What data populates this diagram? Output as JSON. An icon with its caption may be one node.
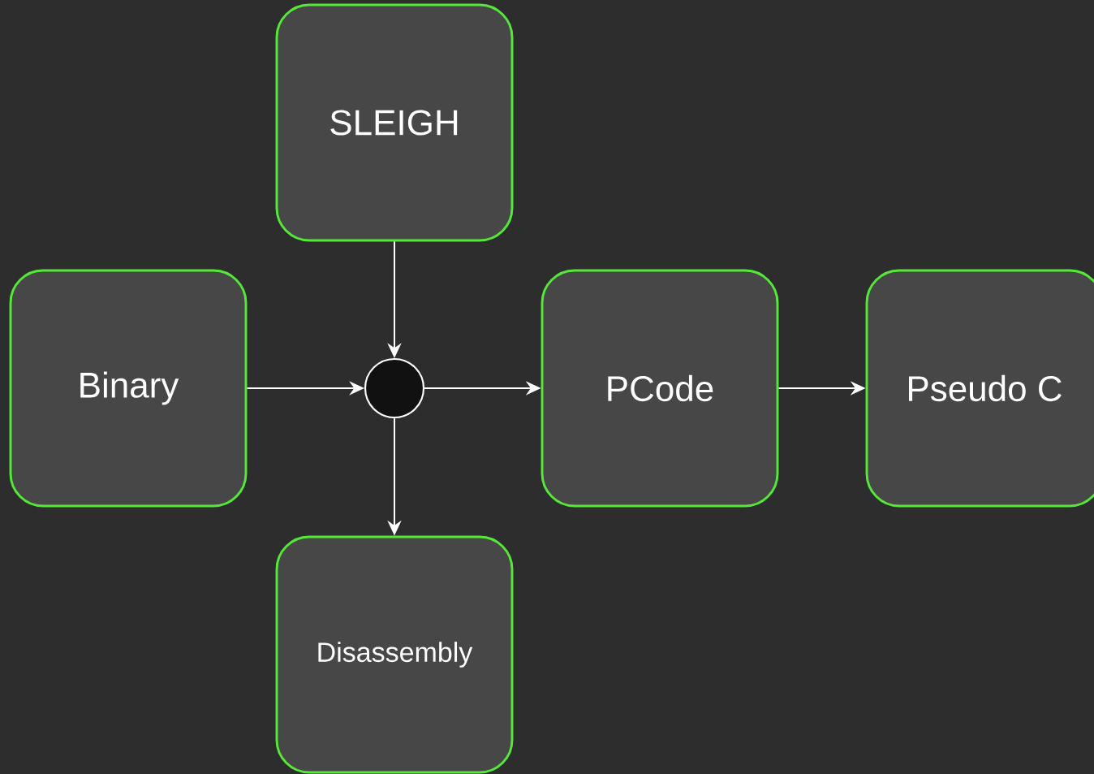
{
  "diagram": {
    "nodes": [
      {
        "text": [
          "SLEIGH"
        ]
      },
      {
        "text": [
          "Binary"
        ]
      },
      {
        "text": [],
        "shape": "circle"
      },
      {
        "text": [
          "PCode"
        ]
      },
      {
        "text": [
          "Pseudo C"
        ]
      },
      {
        "text": [
          "Disassembly"
        ]
      }
    ],
    "edges": [
      {
        "from": 0,
        "to": 2,
        "arrow": "to"
      },
      {
        "from": 1,
        "to": 2,
        "arrow": "to"
      },
      {
        "from": 2,
        "to": 3,
        "arrow": "to"
      },
      {
        "from": 2,
        "to": 5,
        "arrow": "to"
      },
      {
        "from": 3,
        "to": 4,
        "arrow": "to"
      }
    ]
  }
}
